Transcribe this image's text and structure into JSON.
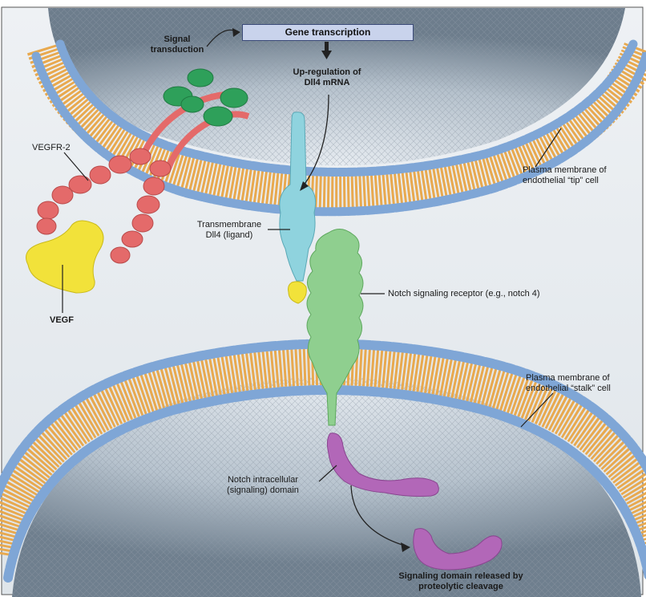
{
  "labels": {
    "gene_transcription": "Gene transcription",
    "signal_line1": "Signal",
    "signal_line2": "transduction",
    "upreg_line1": "Up-regulation of",
    "upreg_line2": "Dll4 mRNA",
    "vegfr2": "VEGFR-2",
    "vegf": "VEGF",
    "tip_line1": "Plasma membrane of",
    "tip_line2": "endothelial “tip” cell",
    "dll4_line1": "Transmembrane",
    "dll4_line2": "Dll4 (ligand)",
    "notch_receptor": "Notch signaling receptor (e.g., notch 4)",
    "stalk_line1": "Plasma membrane of",
    "stalk_line2": "endothelial “stalk” cell",
    "nicd_line1": "Notch intracellular",
    "nicd_line2": "(signaling) domain",
    "released_line1": "Signaling domain released by",
    "released_line2": "proteolytic cleavage"
  },
  "colors": {
    "lipid_head": "#7fa6d6",
    "lipid_tail": "#e8a94f",
    "vegfr2": "#e46a6a",
    "vegf": "#f2e23a",
    "dll4": "#8fd3de",
    "notch": "#8fcf8f",
    "nicd": "#b267b8",
    "signal_green": "#2ea05a",
    "cytoplasm": "#c9d3dc"
  }
}
